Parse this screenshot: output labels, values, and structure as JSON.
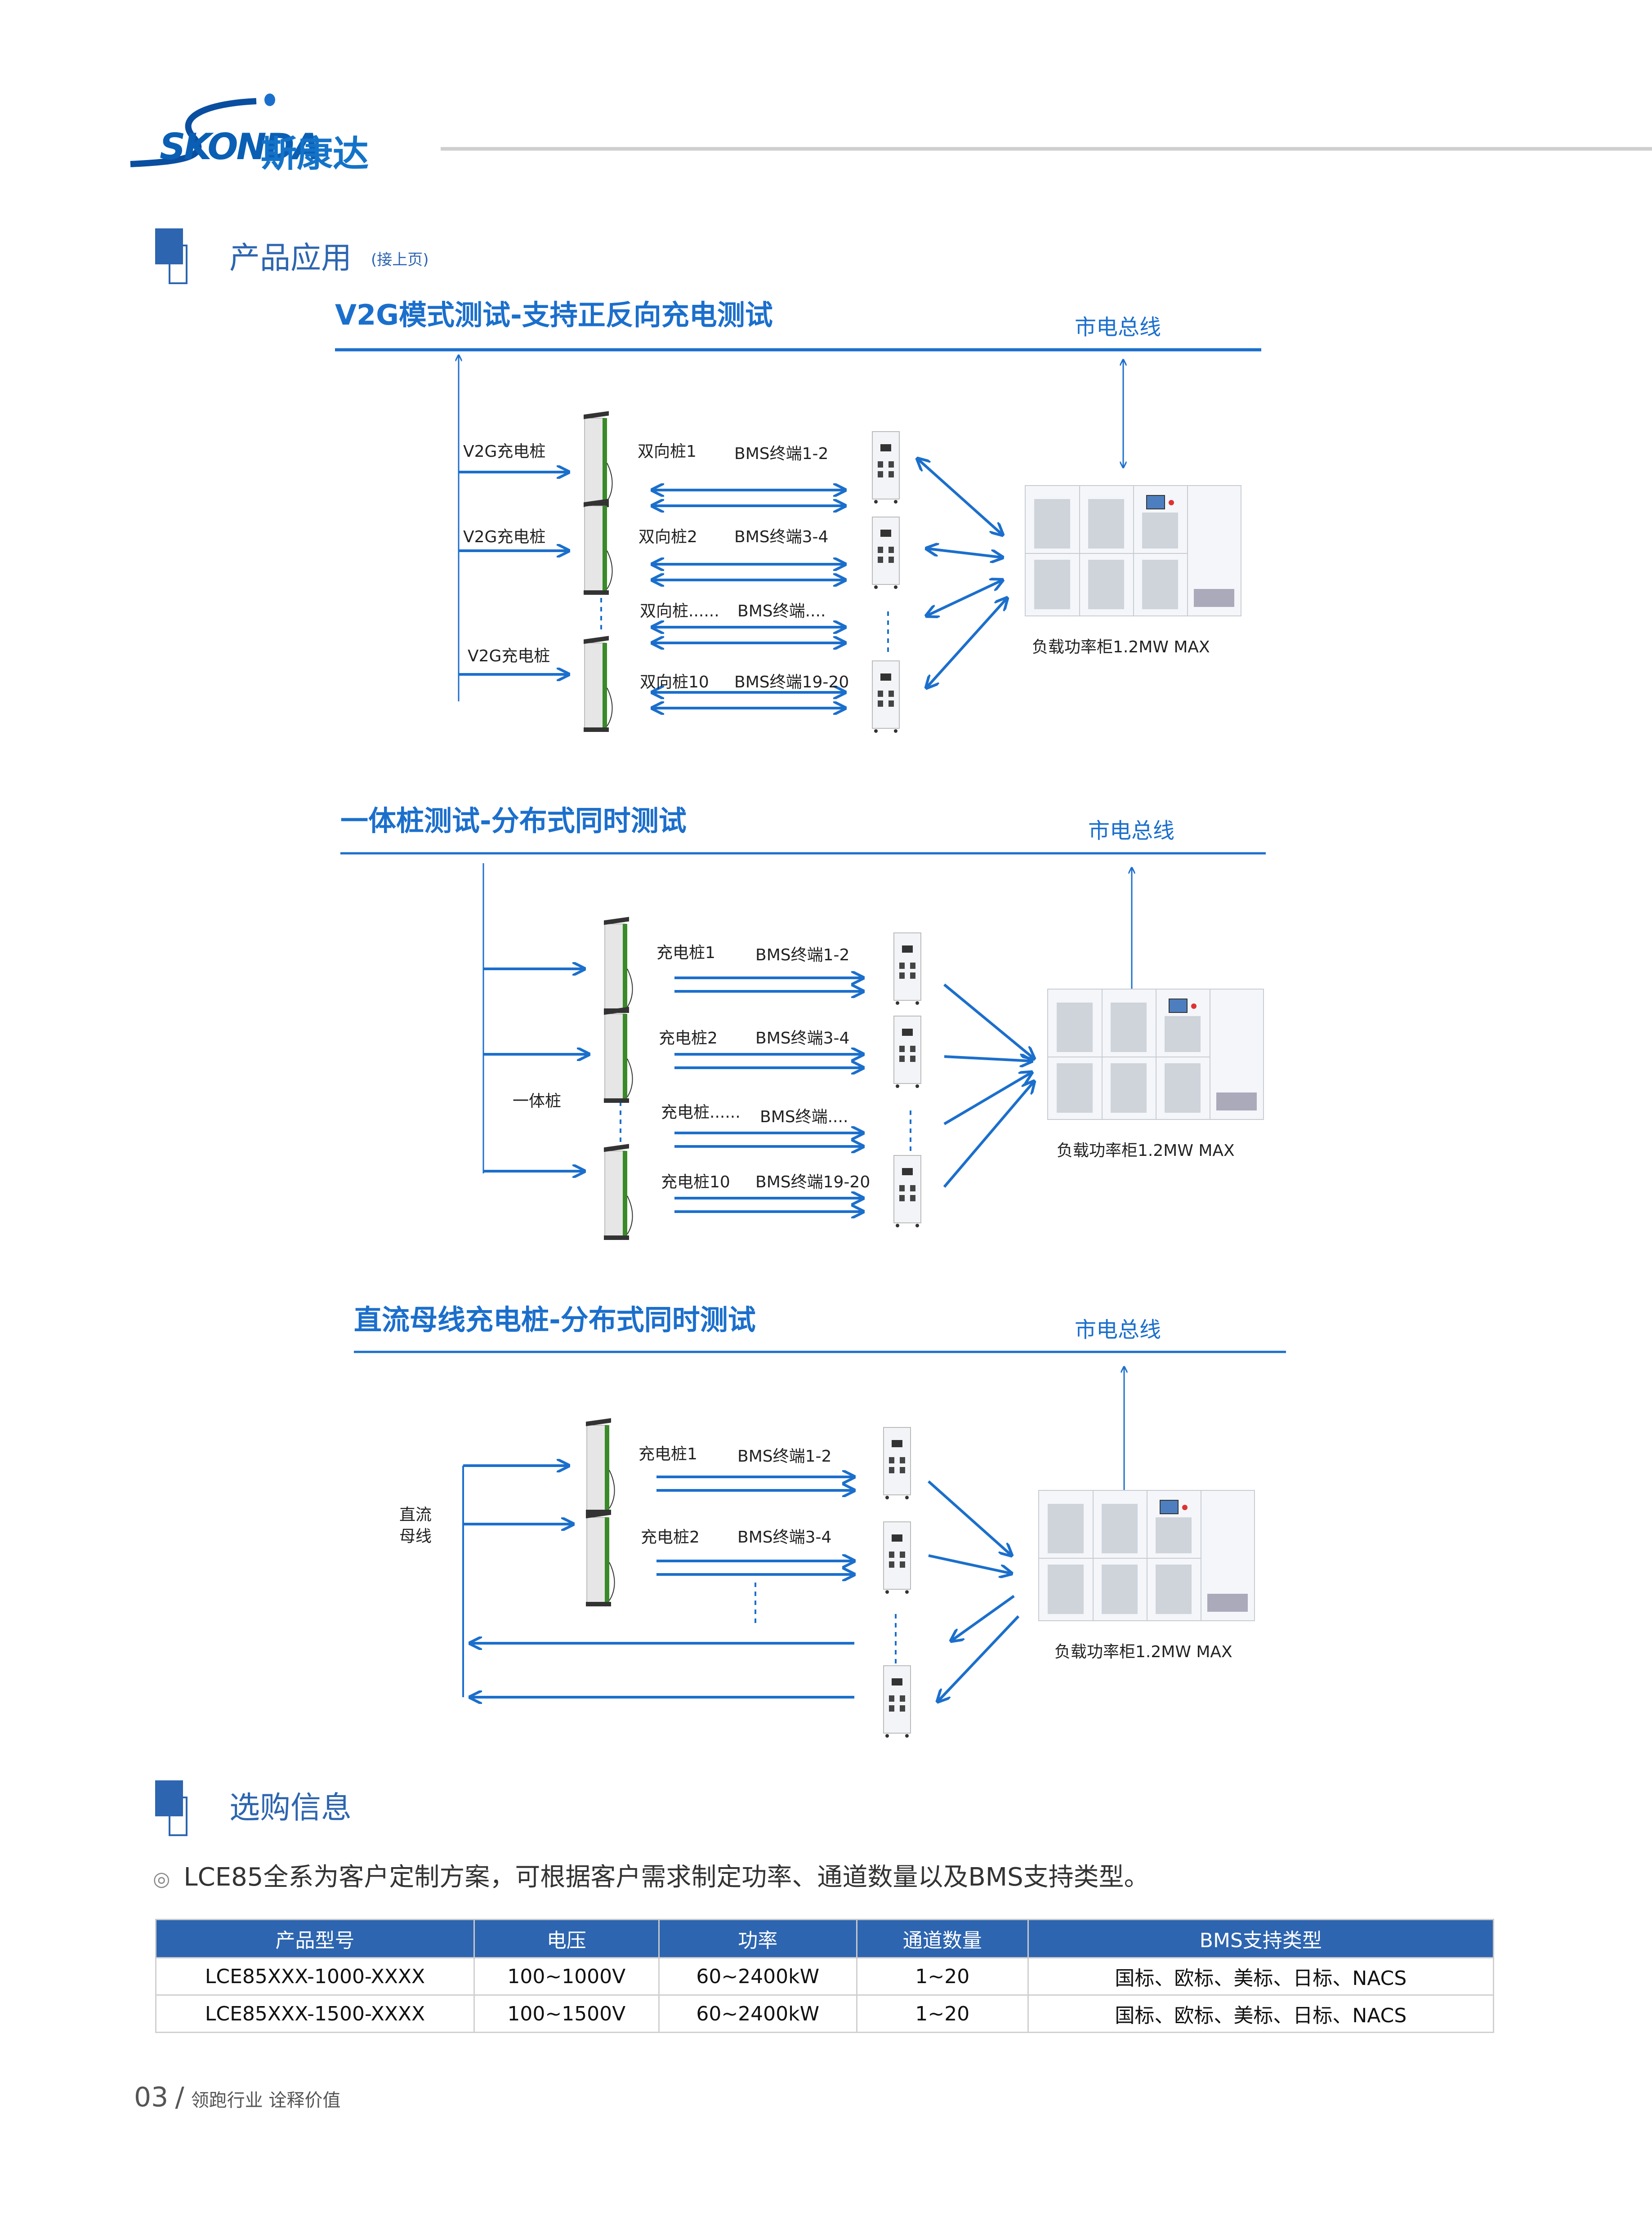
{
  "brand": {
    "latin": "SKONDA",
    "cn": "斯康达"
  },
  "section1": {
    "title": "产品应用",
    "subtitle": "(接上页)"
  },
  "diagram1": {
    "title": "V2G模式测试-支持正反向充电测试",
    "bus_label": "市电总线",
    "left_labels": [
      "V2G充电桩",
      "V2G充电桩",
      "V2G充电桩"
    ],
    "rows": [
      {
        "pile": "双向桩1",
        "bms": "BMS终端1-2"
      },
      {
        "pile": "双向桩2",
        "bms": "BMS终端3-4"
      },
      {
        "pile": "双向桩......",
        "bms": "BMS终端...."
      },
      {
        "pile": "双向桩10",
        "bms": "BMS终端19-20"
      }
    ],
    "cabinet_label": "负载功率柜1.2MW MAX"
  },
  "diagram2": {
    "title": "一体桩测试-分布式同时测试",
    "bus_label": "市电总线",
    "left_label": "一体桩",
    "rows": [
      {
        "pile": "充电桩1",
        "bms": "BMS终端1-2"
      },
      {
        "pile": "充电桩2",
        "bms": "BMS终端3-4"
      },
      {
        "pile": "充电桩......",
        "bms": "BMS终端...."
      },
      {
        "pile": "充电桩10",
        "bms": "BMS终端19-20"
      }
    ],
    "cabinet_label": "负载功率柜1.2MW MAX"
  },
  "diagram3": {
    "title": "直流母线充电桩-分布式同时测试",
    "bus_label": "市电总线",
    "left_label_line1": "直流",
    "left_label_line2": "母线",
    "rows": [
      {
        "pile": "充电桩1",
        "bms": "BMS终端1-2"
      },
      {
        "pile": "充电桩2",
        "bms": "BMS终端3-4"
      }
    ],
    "cabinet_label": "负载功率柜1.2MW MAX"
  },
  "section2": {
    "title": "选购信息",
    "bullet_icon": "circle-bullet-icon",
    "intro": "LCE85全系为客户定制方案，可根据客户需求制定功率、通道数量以及BMS支持类型。"
  },
  "table": {
    "headers": [
      "产品型号",
      "电压",
      "功率",
      "通道数量",
      "BMS支持类型"
    ],
    "rows": [
      [
        "LCE85XXX-1000-XXXX",
        "100~1000V",
        "60~2400kW",
        "1~20",
        "国标、欧标、美标、日标、NACS"
      ],
      [
        "LCE85XXX-1500-XXXX",
        "100~1500V",
        "60~2400kW",
        "1~20",
        "国标、欧标、美标、日标、NACS"
      ]
    ]
  },
  "footer": {
    "page": "03",
    "separator": "/",
    "slogan": "领跑行业 诠释价值"
  },
  "colors": {
    "accent": "#2d65b0",
    "diagram_blue": "#1b6fcc",
    "rule_gray": "#cfcfcf"
  }
}
